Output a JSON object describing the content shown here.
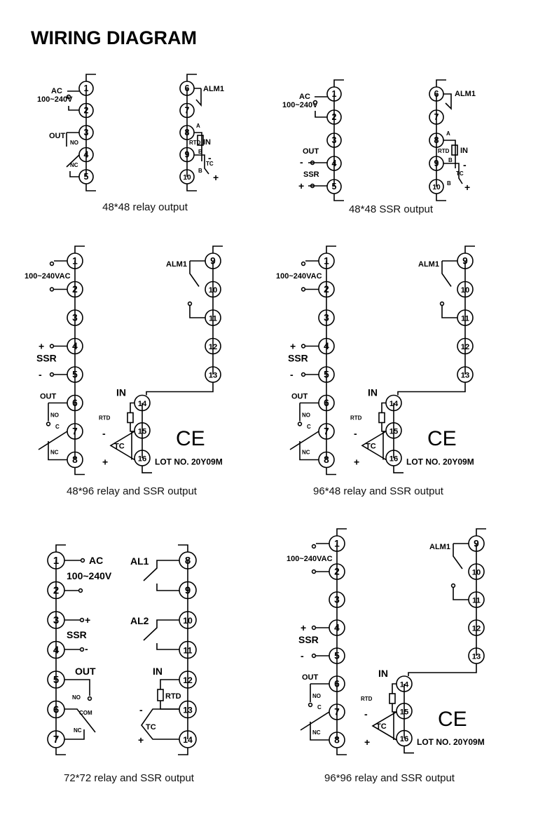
{
  "title": "WIRING DIAGRAM",
  "diagrams": [
    {
      "caption": "48*48 relay output",
      "labels": {
        "ac": "AC",
        "voltage": "100~240V",
        "out": "OUT",
        "no": "NO",
        "nc": "NC",
        "alm": "ALM1",
        "in": "IN",
        "rtd": "RTD",
        "a": "A",
        "b": "B",
        "tc": "TC",
        "minus": "-",
        "plus": "+"
      },
      "terminals": [
        "1",
        "2",
        "3",
        "4",
        "5",
        "6",
        "7",
        "8",
        "9",
        "10"
      ]
    },
    {
      "caption": "48*48 SSR output",
      "labels": {
        "ac": "AC",
        "voltage": "100~240V",
        "out": "OUT",
        "ssr": "SSR",
        "alm": "ALM1",
        "in": "IN",
        "rtd": "RTD",
        "a": "A",
        "b": "B",
        "tc": "TC",
        "minus": "-",
        "plus": "+"
      },
      "terminals": [
        "1",
        "2",
        "3",
        "4",
        "5",
        "6",
        "7",
        "8",
        "9",
        "10"
      ]
    },
    {
      "caption": "48*96 relay and SSR output",
      "labels": {
        "voltage": "100~240VAC",
        "ssr": "SSR",
        "out": "OUT",
        "no": "NO",
        "c": "C",
        "nc": "NC",
        "alm": "ALM1",
        "in": "IN",
        "rtd": "RTD",
        "tc": "TC",
        "minus": "-",
        "plus": "+",
        "ce": "CE",
        "lot": "LOT NO. 20Y09M"
      },
      "terminals": [
        "1",
        "2",
        "3",
        "4",
        "5",
        "6",
        "7",
        "8",
        "9",
        "10",
        "11",
        "12",
        "13",
        "14",
        "15",
        "16"
      ]
    },
    {
      "caption": "96*48 relay and SSR output",
      "labels": {
        "voltage": "100~240VAC",
        "ssr": "SSR",
        "out": "OUT",
        "no": "NO",
        "c": "C",
        "nc": "NC",
        "alm": "ALM1",
        "in": "IN",
        "rtd": "RTD",
        "tc": "TC",
        "minus": "-",
        "plus": "+",
        "ce": "CE",
        "lot": "LOT NO. 20Y09M"
      },
      "terminals": [
        "1",
        "2",
        "3",
        "4",
        "5",
        "6",
        "7",
        "8",
        "9",
        "10",
        "11",
        "12",
        "13",
        "14",
        "15",
        "16"
      ]
    },
    {
      "caption": "72*72 relay and SSR output",
      "labels": {
        "ac": "AC",
        "voltage": "100~240V",
        "ssr": "SSR",
        "out": "OUT",
        "no": "NO",
        "com": "COM",
        "nc": "NC",
        "al1": "AL1",
        "al2": "AL2",
        "in": "IN",
        "rtd": "RTD",
        "tc": "TC",
        "minus": "-",
        "plus": "+"
      },
      "terminals": [
        "1",
        "2",
        "3",
        "4",
        "5",
        "6",
        "7",
        "8",
        "9",
        "10",
        "11",
        "12",
        "13",
        "14"
      ]
    },
    {
      "caption": "96*96 relay and SSR output",
      "labels": {
        "voltage": "100~240VAC",
        "ssr": "SSR",
        "out": "OUT",
        "no": "NO",
        "c": "C",
        "nc": "NC",
        "alm": "ALM1",
        "in": "IN",
        "rtd": "RTD",
        "tc": "TC",
        "minus": "-",
        "plus": "+",
        "ce": "CE",
        "lot": "LOT NO. 20Y09M"
      },
      "terminals": [
        "1",
        "2",
        "3",
        "4",
        "5",
        "6",
        "7",
        "8",
        "9",
        "10",
        "11",
        "12",
        "13",
        "14",
        "15",
        "16"
      ]
    }
  ]
}
